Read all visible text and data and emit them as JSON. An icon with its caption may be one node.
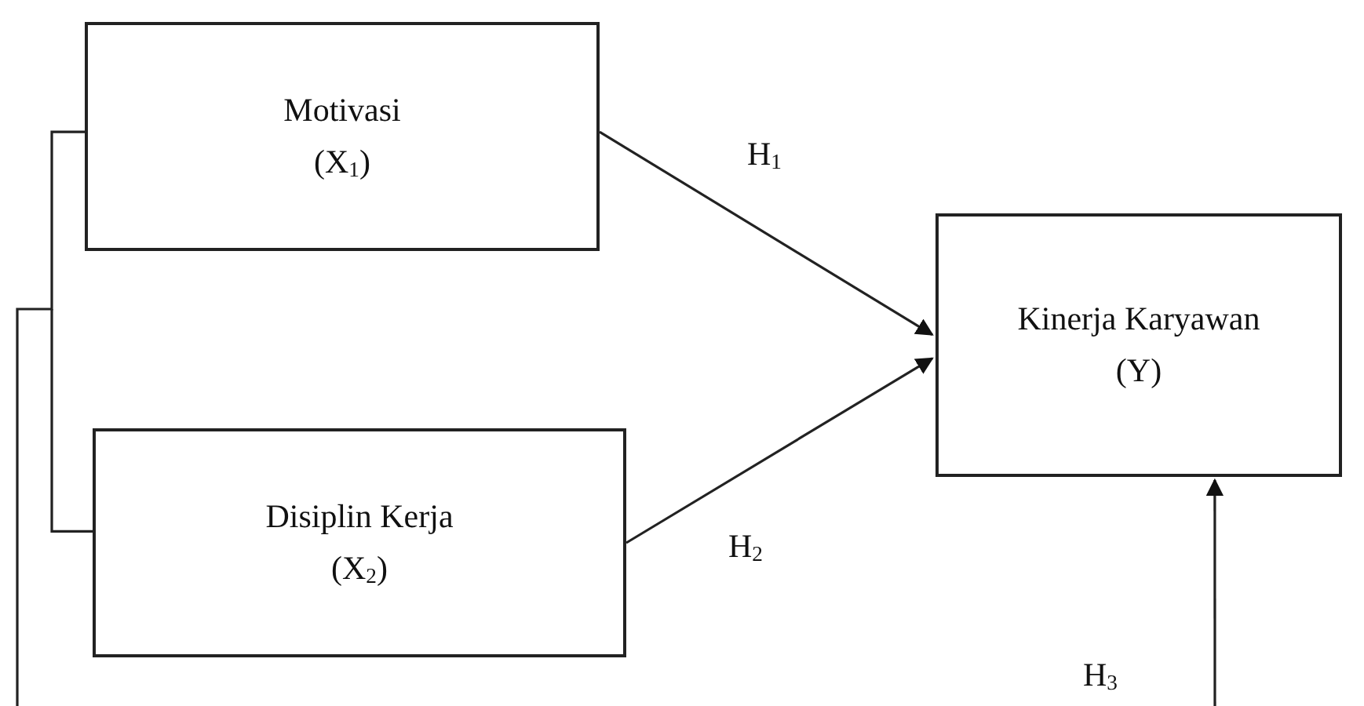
{
  "diagram": {
    "nodes": [
      {
        "text": [
          "Motivasi (X$_{1}$)"
        ]
      },
      {
        "text": [
          "Disiplin Kerja (X$_{2}$)"
        ]
      },
      {
        "text": [
          "Kinerja Karyawan (Y)"
        ]
      }
    ],
    "edges": [
      {
        "from": 0,
        "to": 2,
        "arrow": "to",
        "label": "H$_{1}$"
      },
      {
        "from": 1,
        "to": 2,
        "arrow": "to",
        "label": "H$_{2}$"
      },
      {
        "from": 0,
        "to": null,
        "arrow": "none"
      },
      {
        "from": 1,
        "to": null,
        "arrow": "none"
      },
      {
        "from": null,
        "to": 2,
        "arrow": "to",
        "label": "H$_{3}$"
      }
    ]
  }
}
